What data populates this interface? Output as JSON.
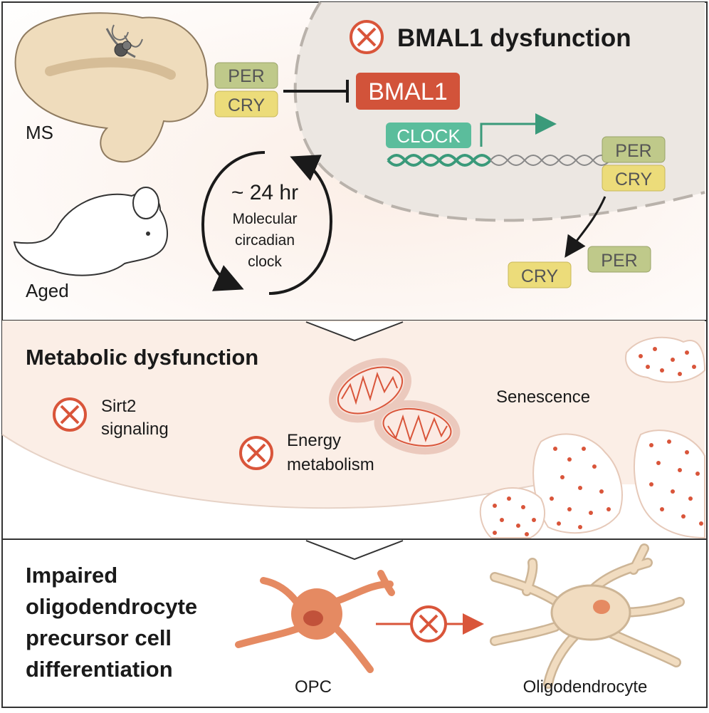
{
  "top_panel": {
    "left_labels": {
      "ms": "MS",
      "aged": "Aged"
    },
    "cycle": {
      "period": "~ 24 hr",
      "line1": "Molecular",
      "line2": "circadian",
      "line3": "clock"
    },
    "inhibitor_pair": {
      "per": "PER",
      "cry": "CRY"
    },
    "nucleus": {
      "title": "BMAL1 dysfunction",
      "bmal1": "BMAL1",
      "clock": "CLOCK",
      "product_per": "PER",
      "product_cry": "CRY"
    },
    "released": {
      "per": "PER",
      "cry": "CRY"
    }
  },
  "middle_panel": {
    "title": "Metabolic dysfunction",
    "sirt2_line1": "Sirt2",
    "sirt2_line2": "signaling",
    "energy_line1": "Energy",
    "energy_line2": "metabolism",
    "senescence": "Senescence"
  },
  "bottom_panel": {
    "title_line1": "Impaired",
    "title_line2": "oligodendrocyte",
    "title_line3": "precursor cell",
    "title_line4": "differentiation",
    "opc": "OPC",
    "oligodendrocyte": "Oligodendrocyte"
  },
  "colors": {
    "inhibit_red": "#d9553a",
    "bmal1_red": "#d2533a",
    "clock_teal": "#5bbd9c",
    "per_green": "#bfc98a",
    "cry_yellow": "#ecdc7a",
    "brain_tan": "#efdcbc",
    "opc_orange": "#e58a62",
    "oligo_tan": "#f1dcc0"
  }
}
